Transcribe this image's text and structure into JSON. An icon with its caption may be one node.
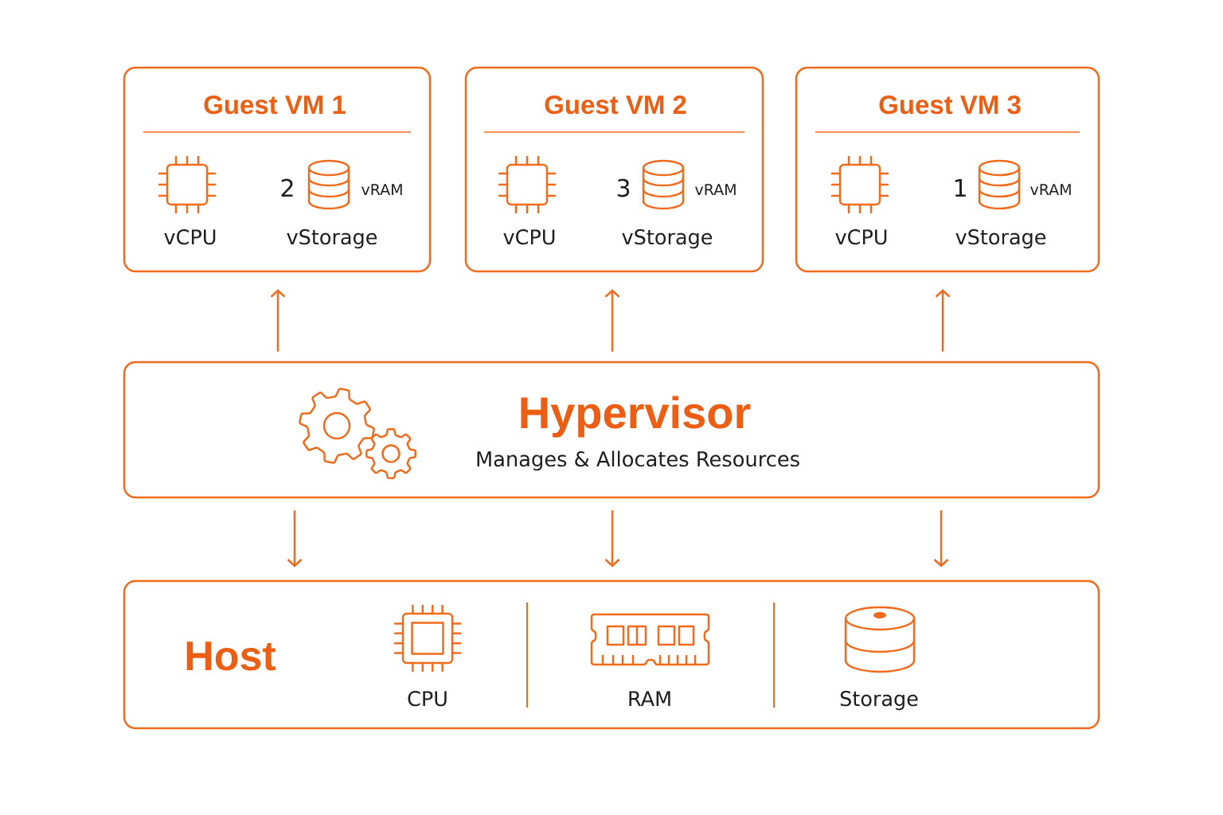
{
  "diagram": {
    "nodes": [
      {
        "text": [
          "Guest VM 1"
        ]
      },
      {
        "text": [
          "Guest VM 2"
        ]
      },
      {
        "text": [
          "Guest VM 3"
        ]
      },
      {
        "text": [
          "Hypervisor",
          "Manages & Allocates Resources"
        ]
      },
      {
        "text": [
          "Host"
        ]
      }
    ],
    "edges": [
      {
        "from": 3,
        "to": 0,
        "arrow": "to"
      },
      {
        "from": 3,
        "to": 1,
        "arrow": "to"
      },
      {
        "from": 3,
        "to": 2,
        "arrow": "to"
      },
      {
        "from": 3,
        "to": 4,
        "arrow": "to"
      },
      {
        "from": 3,
        "to": 4,
        "arrow": "to"
      },
      {
        "from": 3,
        "to": 4,
        "arrow": "to"
      }
    ],
    "labels": [
      "2",
      "vRAM",
      "vCPU",
      "vStorage",
      "3",
      "vRAM",
      "vCPU",
      "vStorage",
      "1",
      "vRAM",
      "vCPU",
      "vStorage",
      "CPU",
      "RAM",
      "Storage"
    ]
  }
}
